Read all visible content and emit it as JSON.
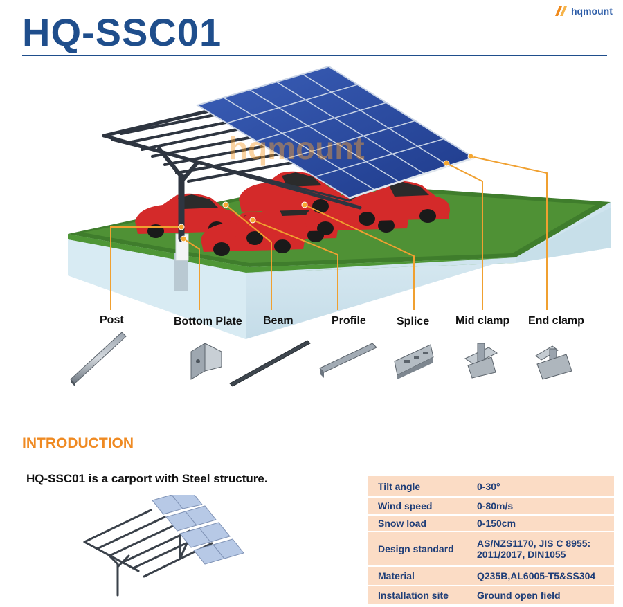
{
  "header": {
    "title": "HQ-SSC01"
  },
  "logo": {
    "text": "hqmount"
  },
  "watermark": {
    "text": "hqmount"
  },
  "parts": [
    {
      "label": "Post"
    },
    {
      "label": "Bottom Plate"
    },
    {
      "label": "Beam"
    },
    {
      "label": "Profile"
    },
    {
      "label": "Splice"
    },
    {
      "label": "Mid clamp"
    },
    {
      "label": "End clamp"
    }
  ],
  "intro": {
    "heading": "INTRODUCTION",
    "description": "HQ-SSC01 is a carport with Steel structure."
  },
  "specs": [
    {
      "key": "Tilt angle",
      "value": "0-30°"
    },
    {
      "key": "Wind speed",
      "value": "0-80m/s"
    },
    {
      "key": "Snow load",
      "value": "0-150cm"
    },
    {
      "key": "Design standard",
      "value": "AS/NZS1170, JIS C 8955:",
      "value2": "2011/2017, DIN1055"
    },
    {
      "key": "Material",
      "value": "Q235B,AL6005-T5&SS304"
    },
    {
      "key": "Installation site",
      "value": "Ground open field"
    }
  ],
  "colors": {
    "title": "#1f4e8c",
    "accent": "#ef8a22",
    "table_bg": "#fbdcc5",
    "table_text": "#1f3e78",
    "leader": "#f0a030"
  }
}
